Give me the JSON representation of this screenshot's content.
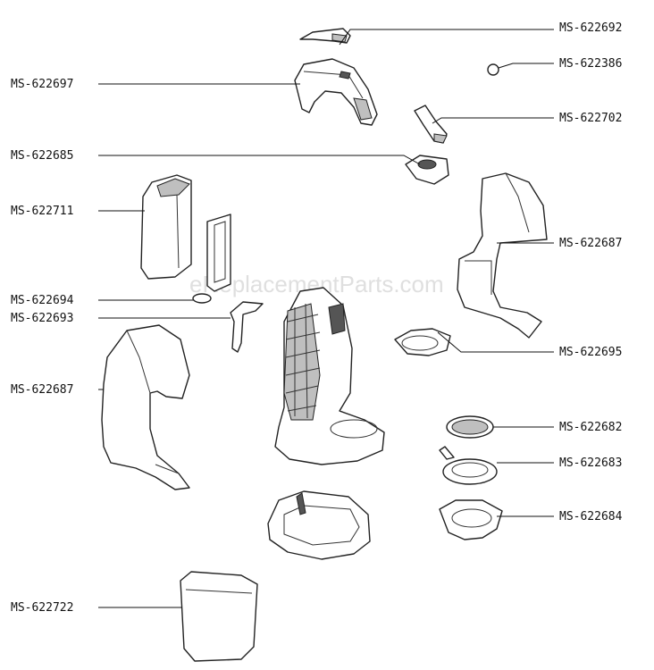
{
  "watermark": "eReplacementParts.com",
  "labels": {
    "p622692": "MS-622692",
    "p622386": "MS-622386",
    "p622697": "MS-622697",
    "p622702": "MS-622702",
    "p622685": "MS-622685",
    "p622711": "MS-622711",
    "p622687_right": "MS-622687",
    "p622694": "MS-622694",
    "p622693": "MS-622693",
    "p622695": "MS-622695",
    "p622687_left": "MS-622687",
    "p622682": "MS-622682",
    "p622683": "MS-622683",
    "p622684": "MS-622684",
    "p622722": "MS-622722"
  }
}
